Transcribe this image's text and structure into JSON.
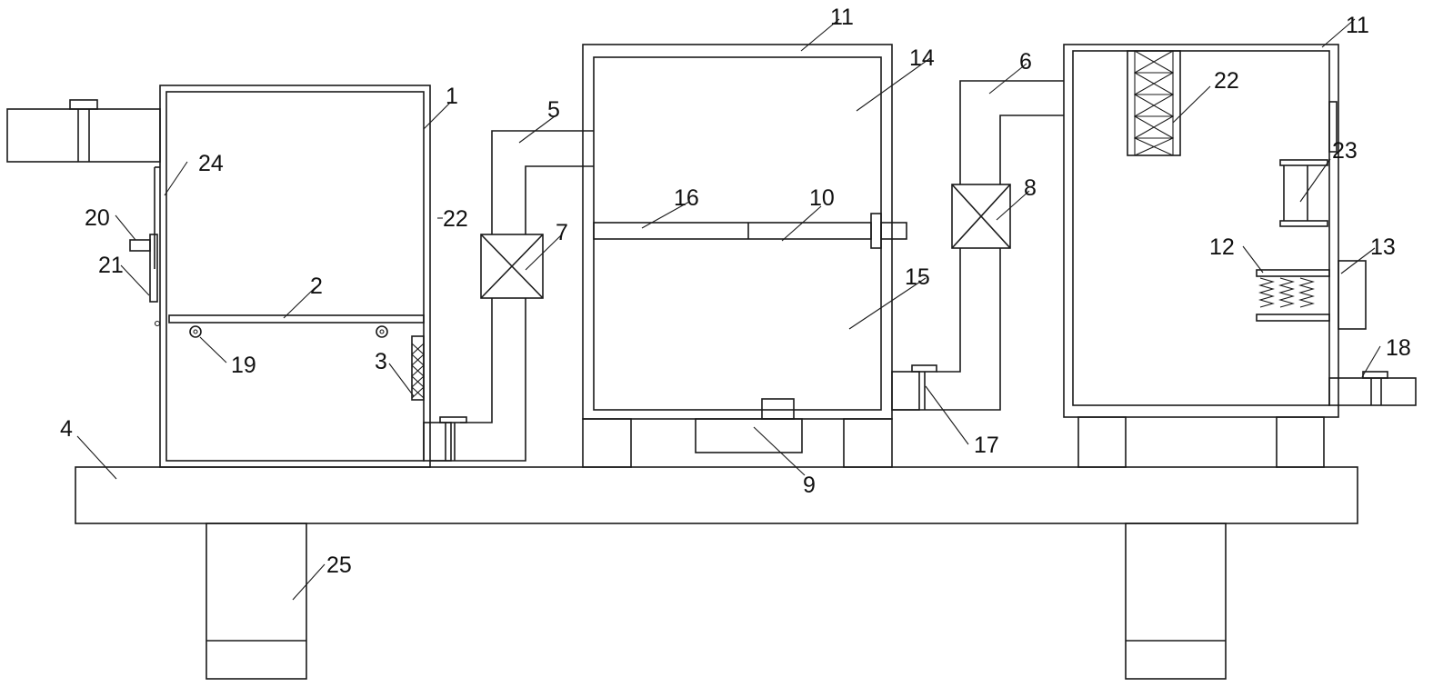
{
  "diagram": {
    "labels": [
      {
        "id": "l1",
        "text": "1"
      },
      {
        "id": "l2",
        "text": "2"
      },
      {
        "id": "l3",
        "text": "3"
      },
      {
        "id": "l4",
        "text": "4"
      },
      {
        "id": "l5",
        "text": "5"
      },
      {
        "id": "l6",
        "text": "6"
      },
      {
        "id": "l7",
        "text": "7"
      },
      {
        "id": "l8",
        "text": "8"
      },
      {
        "id": "l9",
        "text": "9"
      },
      {
        "id": "l10",
        "text": "10"
      },
      {
        "id": "l11a",
        "text": "11"
      },
      {
        "id": "l11b",
        "text": "11"
      },
      {
        "id": "l12",
        "text": "12"
      },
      {
        "id": "l13",
        "text": "13"
      },
      {
        "id": "l14",
        "text": "14"
      },
      {
        "id": "l15",
        "text": "15"
      },
      {
        "id": "l16",
        "text": "16"
      },
      {
        "id": "l17",
        "text": "17"
      },
      {
        "id": "l18",
        "text": "18"
      },
      {
        "id": "l19",
        "text": "19"
      },
      {
        "id": "l20",
        "text": "20"
      },
      {
        "id": "l21",
        "text": "21"
      },
      {
        "id": "l22a",
        "text": "22"
      },
      {
        "id": "l22b",
        "text": "22"
      },
      {
        "id": "l23",
        "text": "23"
      },
      {
        "id": "l24",
        "text": "24"
      },
      {
        "id": "l25",
        "text": "25"
      }
    ]
  }
}
